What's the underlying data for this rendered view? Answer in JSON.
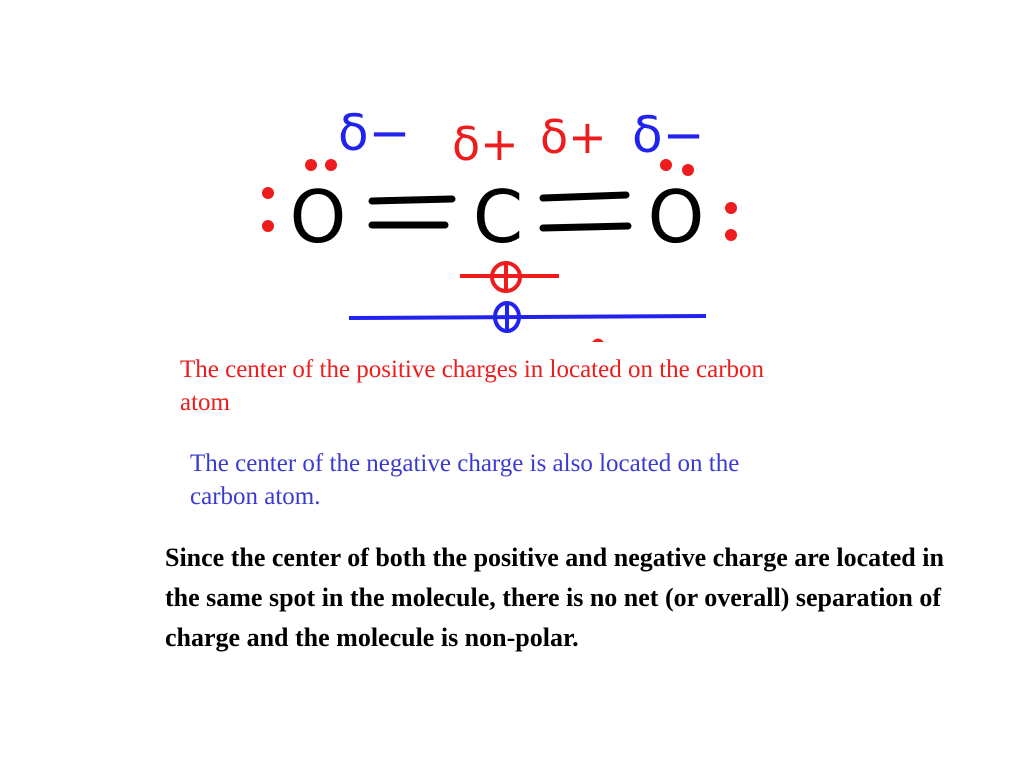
{
  "colors": {
    "red": "#ee1c1c",
    "blue": "#2222ee",
    "caption_blue": "#3b3bcf",
    "black": "#000000"
  },
  "molecule": {
    "atoms": [
      "O",
      "C",
      "O"
    ],
    "partial_charges": {
      "left_oxygen": "δ−",
      "carbon_left": "δ+",
      "carbon_right": "δ+",
      "right_oxygen": "δ−"
    }
  },
  "captions": {
    "positive": "The center of the positive charges in located on the carbon atom",
    "negative": "The center of the negative charge is also located on the carbon atom."
  },
  "conclusion": "Since the center of both the positive and negative charge are located in the same spot in the molecule, there is no net (or overall) separation of charge and the molecule is non-polar."
}
